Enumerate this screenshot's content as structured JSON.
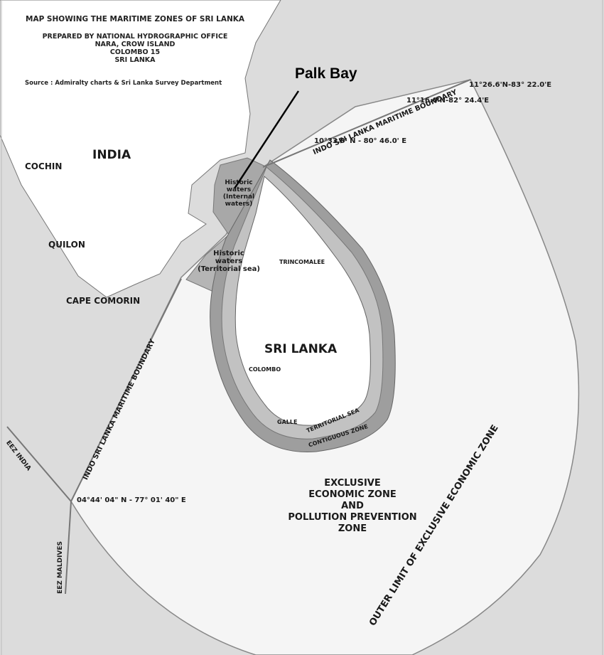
{
  "title": {
    "line1": "MAP SHOWING THE MARITIME ZONES OF SRI LANKA",
    "line2": "PREPARED BY NATIONAL HYDROGRAPHIC OFFICE",
    "line3": "NARA, CROW ISLAND",
    "line4": "COLOMBO 15",
    "line5": "SRI LANKA"
  },
  "source": "Source : Admiralty charts & Sri Lanka Survey Department",
  "callout": "Palk Bay",
  "places": {
    "india": "INDIA",
    "cochin": "COCHIN",
    "quilon": "QUILON",
    "cape_comorin": "CAPE COMORIN",
    "sri_lanka": "SRI LANKA",
    "trincomalee": "TRINCOMALEE",
    "colombo": "COLOMBO",
    "galle": "GALLE"
  },
  "zones": {
    "historic_internal_1": "Historic",
    "historic_internal_2": "waters",
    "historic_internal_3": "(Internal",
    "historic_internal_4": "waters)",
    "historic_territorial_1": "Historic",
    "historic_territorial_2": "waters",
    "historic_territorial_3": "(Territorial sea)",
    "territorial_sea": "TERRITORIAL SEA",
    "contiguous_zone": "CONTIGUOUS ZONE",
    "eez_1": "EXCLUSIVE",
    "eez_2": "ECONOMIC ZONE",
    "eez_3": "AND",
    "eez_4": "POLLUTION PREVENTION",
    "eez_5": "ZONE",
    "outer_limit": "OUTER LIMIT OF EXCLUSIVE ECONOMIC ZONE"
  },
  "boundaries": {
    "north": "INDO SRI LANKA MARITIME BOUNDARY",
    "west": "INDO SRI LANKA MARITIME BOUNDARY",
    "eez_india": "EEZ INDIA",
    "eez_maldives": "EEZ MALDIVES"
  },
  "coordinates": {
    "c1": "11°26.6'N-83° 22.0'E",
    "c2": "11°16.0'N-82° 24.4'E",
    "c3": "10°33.0' N - 80° 46.0' E",
    "c4": "04°44' 04\" N - 77° 01' 40\" E"
  },
  "colors": {
    "sea": "#dcdcdc",
    "land": "#ffffff",
    "eez": "#f4f4f4",
    "territorial": "#b8b8b8",
    "contiguous": "#9e9e9e",
    "historic": "#a8a8a8"
  }
}
